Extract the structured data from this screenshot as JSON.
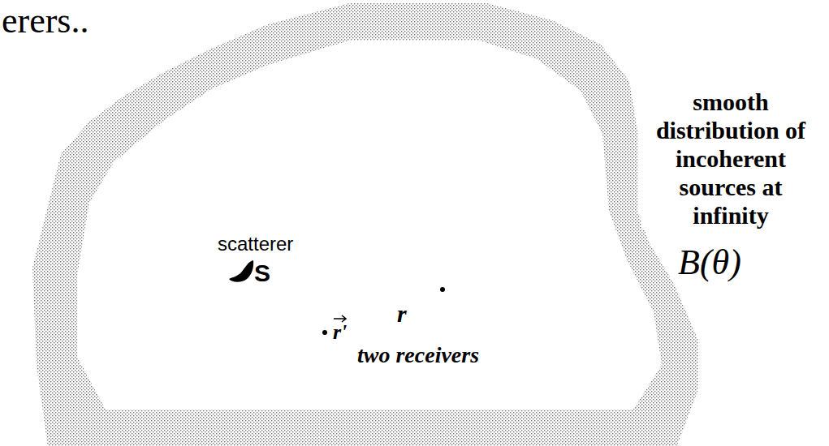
{
  "diagram": {
    "labels": [
      "erers..",
      "scatterer",
      "S",
      "smooth distribution of incoherent sources at infinity",
      "B(θ)",
      "r",
      "r'",
      "two receivers"
    ]
  }
}
